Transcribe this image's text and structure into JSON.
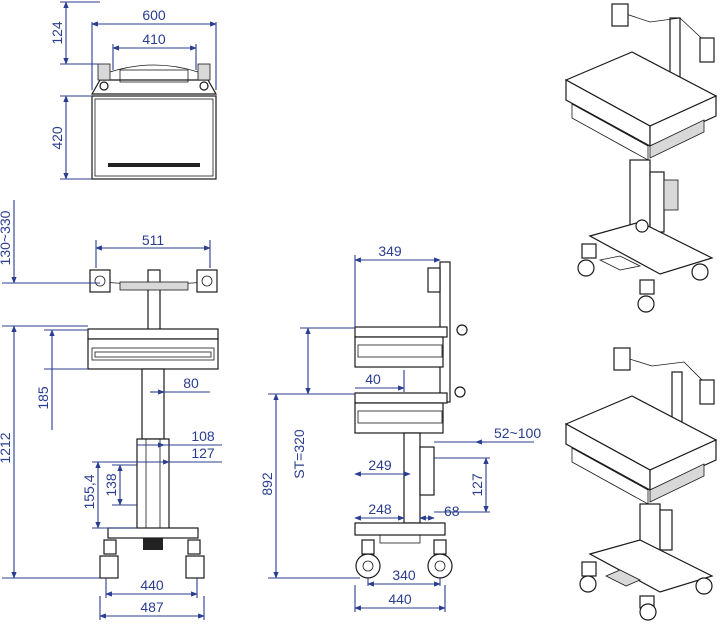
{
  "colors": {
    "dimension": "#2a3d8f",
    "outline": "#1a1a1a",
    "background": "#ffffff"
  },
  "top_view": {
    "width_overall": "600",
    "width_inner": "410",
    "depth_front": "124",
    "depth_body": "420"
  },
  "front_view": {
    "monitor_span": "511",
    "arm_height": "130~330",
    "overall_height": "1212",
    "drawer_height": "185",
    "column_offset": "80",
    "column_width_a": "108",
    "column_width_b": "127",
    "column_tube_a": "155,4",
    "column_tube_b": "138",
    "wheel_span_inner": "440",
    "wheel_span_outer": "487"
  },
  "side_view": {
    "tray_depth": "349",
    "column_setback": "40",
    "overall_height": "892",
    "stroke": "ST=320",
    "column_front": "249",
    "base_front": "248",
    "bracket_range": "52~100",
    "bracket_height": "127",
    "bracket_depth": "68",
    "wheel_span_inner": "340",
    "wheel_span_outer": "440"
  },
  "iso_views": {
    "count": 2
  }
}
